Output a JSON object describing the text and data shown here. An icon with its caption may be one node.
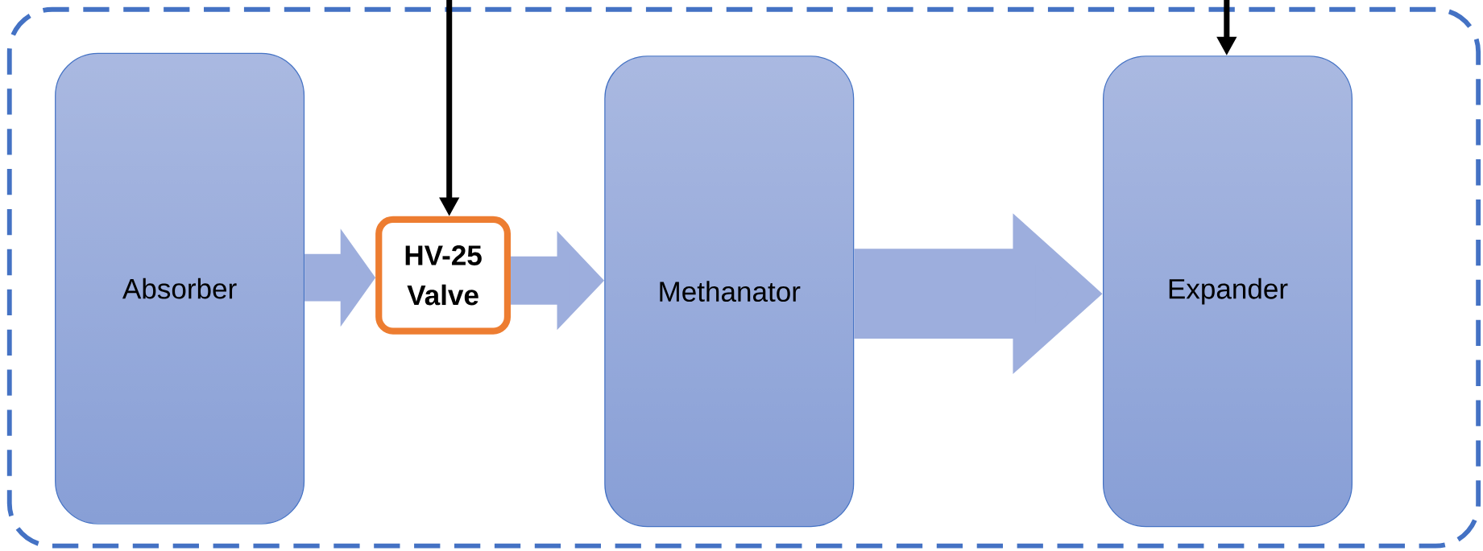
{
  "diagram": {
    "nodes": [
      {
        "text": [],
        "shape": "box"
      },
      {
        "text": [
          "Absorber"
        ],
        "in": 0
      },
      {
        "text": [
          "HV-25 Valve"
        ],
        "in": 0
      },
      {
        "text": [
          "Methanator"
        ],
        "in": 0
      },
      {
        "text": [
          "Expander"
        ],
        "in": 0
      }
    ],
    "edges": [
      {
        "from": 1,
        "to": 2,
        "arrow": "to"
      },
      {
        "from": 2,
        "to": 3,
        "arrow": "to"
      },
      {
        "from": 3,
        "to": 4,
        "arrow": "to",
        "style": "thick"
      },
      {
        "from": null,
        "to": 2,
        "arrow": "to",
        "color": "#000000"
      },
      {
        "from": null,
        "to": 4,
        "arrow": "to",
        "color": "#000000"
      }
    ]
  }
}
